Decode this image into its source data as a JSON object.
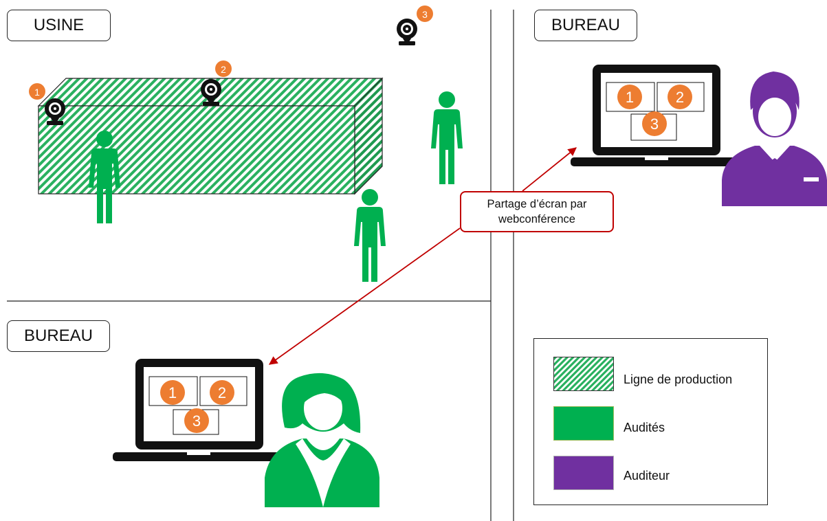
{
  "zones": {
    "usine": "USINE",
    "bureau_auditor": "BUREAU",
    "bureau_auditee": "BUREAU"
  },
  "callout": {
    "line1": "Partage d’écran par",
    "line2": "webconférence"
  },
  "cameras": [
    {
      "number": "1"
    },
    {
      "number": "2"
    },
    {
      "number": "3"
    }
  ],
  "screen_tiles": [
    "1",
    "2",
    "3"
  ],
  "legend": {
    "items": [
      {
        "label": "Ligne de production",
        "pattern": "hatched",
        "color": "#2ab160"
      },
      {
        "label": "Audités",
        "color": "#00b050"
      },
      {
        "label": "Auditeur",
        "color": "#7030a0"
      }
    ]
  },
  "colors": {
    "auditee_green": "#00b050",
    "auditor_purple": "#7030a0",
    "badge_orange": "#ed7d31",
    "arrow_red": "#c00000",
    "hatch_green": "#2ab160"
  }
}
